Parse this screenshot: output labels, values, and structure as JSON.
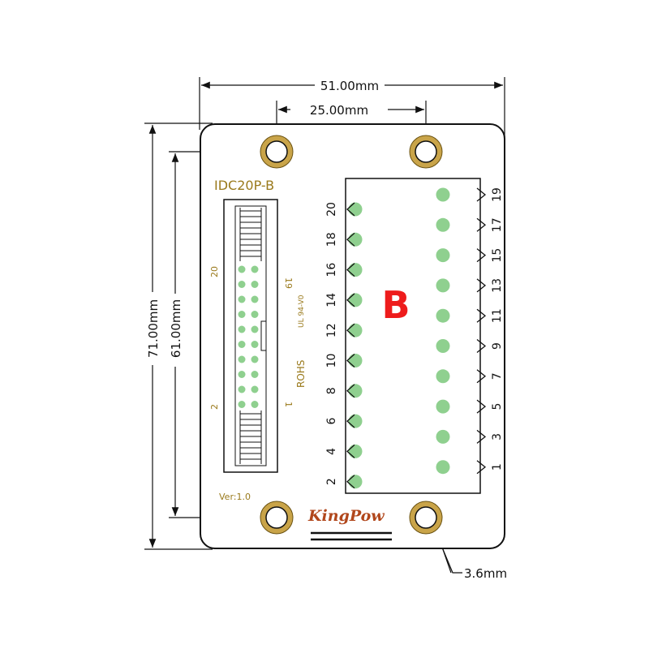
{
  "dimensions": {
    "width_overall": "51.00mm",
    "width_holes": "25.00mm",
    "height_overall": "71.00mm",
    "height_holes": "61.00mm",
    "hole_diameter": "3.6mm"
  },
  "board": {
    "model": "IDC20P-B",
    "variant_letter": "B",
    "brand": "KingPow",
    "version": "Ver:1.0",
    "rohs": "ROHS",
    "ul": "UL 94-V0"
  },
  "idc_header": {
    "label_top_left": "20",
    "label_top_right": "19",
    "label_bottom_left": "2",
    "label_bottom_right": "1"
  },
  "terminal": {
    "left_pins": [
      "20",
      "18",
      "16",
      "14",
      "12",
      "10",
      "8",
      "6",
      "4",
      "2"
    ],
    "right_pins": [
      "19",
      "17",
      "15",
      "13",
      "11",
      "9",
      "7",
      "5",
      "3",
      "1"
    ]
  },
  "colors": {
    "pad": "#8fd08f",
    "hole_ring": "#c9a449",
    "silkscreen": "#9a7a1c",
    "variant_letter": "#ee1c1c",
    "brand": "#b1471c"
  }
}
